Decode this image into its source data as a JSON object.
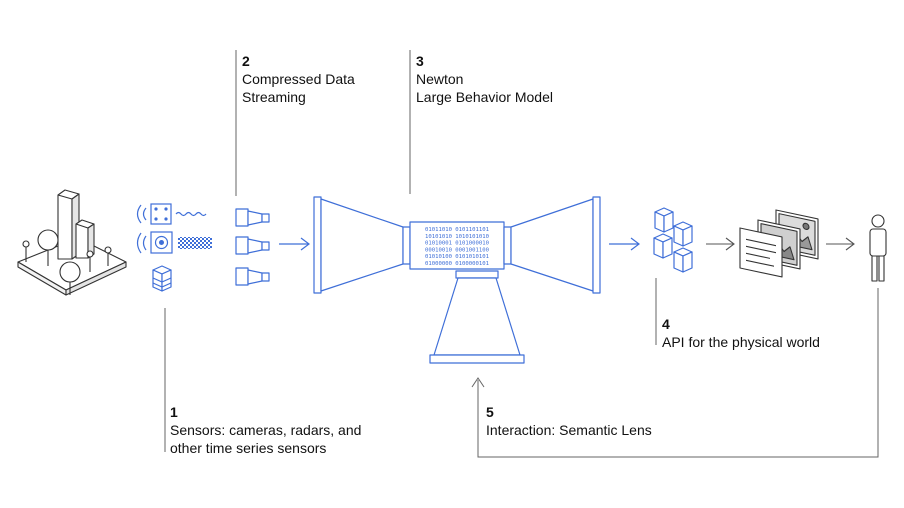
{
  "steps": [
    {
      "num": "1",
      "lines": [
        "Sensors: cameras, radars, and",
        "other time series sensors"
      ]
    },
    {
      "num": "2",
      "lines": [
        "Compressed Data",
        "Streaming"
      ]
    },
    {
      "num": "3",
      "lines": [
        "Newton",
        "Large Behavior Model"
      ]
    },
    {
      "num": "4",
      "lines": [
        "API for the physical world"
      ]
    },
    {
      "num": "5",
      "lines": [
        "Interaction: Semantic Lens"
      ]
    }
  ],
  "binary_rows": [
    "01011010 0101101101",
    "10101010 1010101010",
    "01010001 0101000010",
    "00010010 0001001100",
    "01010100 0101010101",
    "01000000 0100000101"
  ],
  "colors": {
    "accent": "#3f6fd8",
    "line": "#555555",
    "text": "#111111"
  }
}
